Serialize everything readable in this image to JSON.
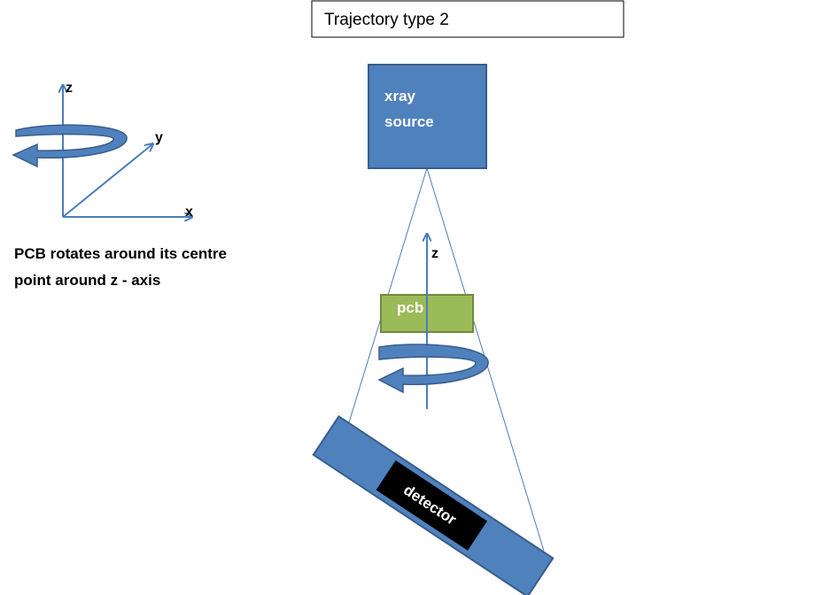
{
  "title": "Trajectory type 2",
  "axes_legend": {
    "z_label": "z",
    "y_label": "y",
    "x_label": "x",
    "caption_line1": "PCB rotates around its centre",
    "caption_line2": "point around z - axis"
  },
  "source": {
    "line1": "xray",
    "line2": "source"
  },
  "pcb_label": "pcb",
  "rotation_axis_label": "z",
  "detector_label": "detector",
  "colors": {
    "box_blue": "#4f81bd",
    "box_blue_border": "#385d8a",
    "pcb_green": "#9bbb59",
    "pcb_green_border": "#71893f",
    "axis_line": "#4a7ebb",
    "detector_label_bg": "#000000"
  }
}
